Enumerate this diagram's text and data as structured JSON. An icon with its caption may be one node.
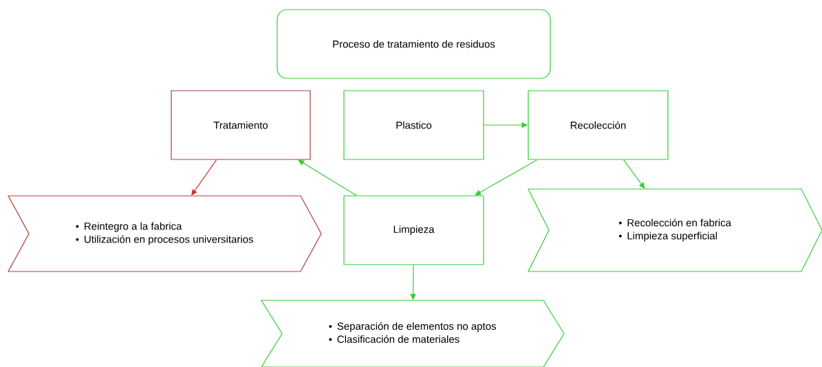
{
  "diagram": {
    "nodes": [
      {
        "text": [
          "Proceso de tratamiento de residuos"
        ]
      },
      {
        "text": [
          "Tratamiento"
        ]
      },
      {
        "text": [
          "Plastico"
        ]
      },
      {
        "text": [
          "Recolección"
        ]
      },
      {
        "text": [
          "Reintegro a la fabrica",
          "Utilización en procesos universitarios"
        ]
      },
      {
        "text": [
          "Limpieza"
        ]
      },
      {
        "text": [
          "Recolección en fabrica",
          "Limpieza superficial"
        ]
      },
      {
        "text": [
          "Separación de elementos no aptos",
          "Clasificación de materiales"
        ]
      }
    ],
    "edges": [
      {
        "from": 1,
        "to": 4,
        "arrow": "to",
        "color": "#d32f2f"
      },
      {
        "from": 2,
        "to": 3,
        "arrow": "to"
      },
      {
        "from": 3,
        "to": 5,
        "arrow": "to"
      },
      {
        "from": 3,
        "to": 6,
        "arrow": "to"
      },
      {
        "from": 5,
        "to": 1,
        "arrow": "to"
      },
      {
        "from": 5,
        "to": 7,
        "arrow": "to"
      }
    ]
  }
}
